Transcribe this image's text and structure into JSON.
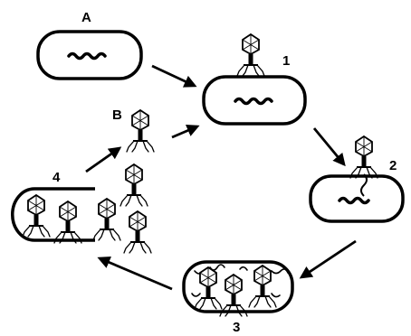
{
  "labels": {
    "a": "A",
    "b": "B",
    "step1": "1",
    "step2": "2",
    "step3": "3",
    "step4": "4"
  },
  "colors": {
    "ink": "#000000",
    "background": "#ffffff"
  },
  "icons": [
    "bacteriophage-icon",
    "bacterial-cell-icon",
    "viral-dna-icon",
    "arrow-icon"
  ]
}
